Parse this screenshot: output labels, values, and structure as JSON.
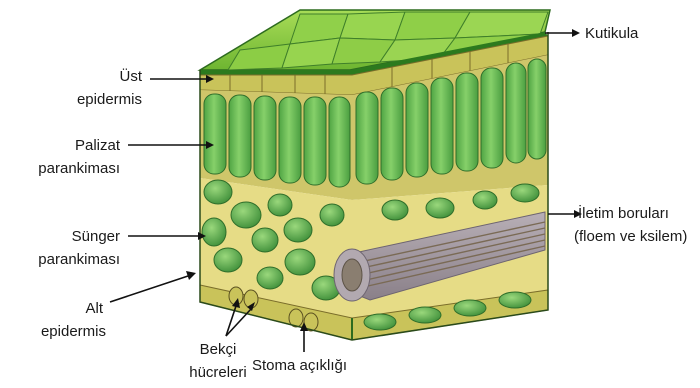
{
  "labels": {
    "cuticle": "Kutikula",
    "upper_epidermis": [
      "Üst",
      "epidermis"
    ],
    "palisade": [
      "Palizat",
      "parankiması"
    ],
    "spongy": [
      "Sünger",
      "parankiması"
    ],
    "lower_epidermis": [
      "Alt",
      "epidermis"
    ],
    "guard_cells": [
      "Bekçi",
      "hücreleri"
    ],
    "stoma": "Stoma açıklığı",
    "vascular": [
      "İletim boruları",
      "(floem ve ksilem)"
    ]
  },
  "colors": {
    "cuticle_top": "#8fce3c",
    "cuticle_line": "#2c7a1e",
    "epidermis": "#c9c35a",
    "cell_green": "#6cbf56",
    "cell_dark": "#3f8f3a",
    "airspace": "#e6dc86",
    "vein_sheath": "#a1979f",
    "xylem": "#7a6a55",
    "text": "#1a1a1a"
  }
}
